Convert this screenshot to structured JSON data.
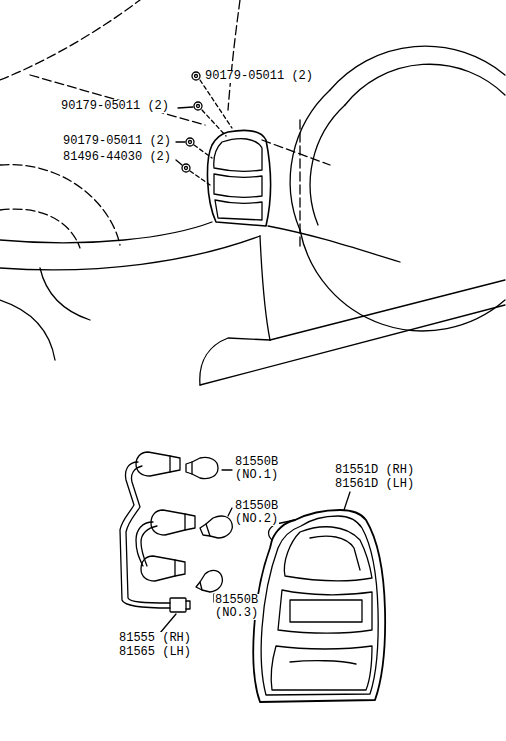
{
  "diagram": {
    "labels": [
      "90179-05011 (2)",
      "90179-05011 (2)",
      "90179-05011 (2)",
      "81496-44030 (2)",
      "81550B",
      "(NO.1)",
      "81550B",
      "(NO.2)",
      "81550B",
      "(NO.3)",
      "81551D (RH)",
      "81561D (LH)",
      "81555 (RH)",
      "81565 (LH)"
    ]
  }
}
